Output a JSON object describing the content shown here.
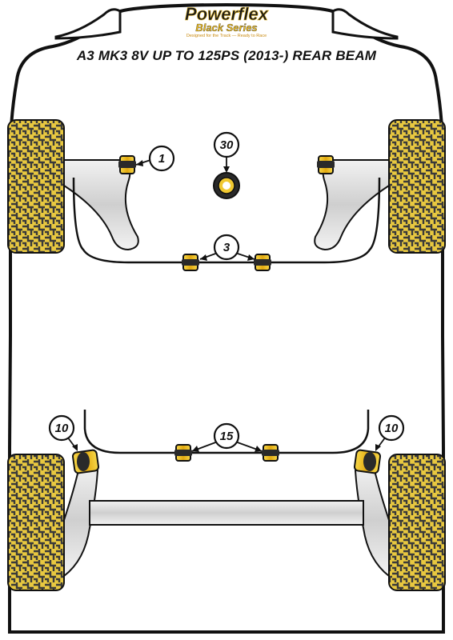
{
  "brand": {
    "name": "Powerflex",
    "series": "Black Series",
    "tagline": "Designed for the Track — Ready to Race"
  },
  "title": "A3 MK3 8V UP TO 125PS (2013-) REAR BEAM",
  "colors": {
    "tyre_fill": "#e8c840",
    "tyre_pattern": "#3a3a3a",
    "bush_fill": "#f0c830",
    "arm_fill": "#d9d9d9",
    "outline": "#111111"
  },
  "callouts": [
    {
      "id": "1",
      "label": "1"
    },
    {
      "id": "30",
      "label": "30"
    },
    {
      "id": "3",
      "label": "3"
    },
    {
      "id": "10-left",
      "label": "10"
    },
    {
      "id": "10-right",
      "label": "10"
    },
    {
      "id": "15",
      "label": "15"
    }
  ]
}
